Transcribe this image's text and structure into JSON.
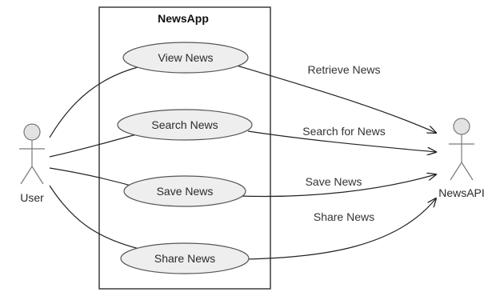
{
  "system": {
    "title": "NewsApp"
  },
  "actors": {
    "user": {
      "label": "User"
    },
    "api": {
      "label": "NewsAPI"
    }
  },
  "use_cases": [
    {
      "label": "View News"
    },
    {
      "label": "Search News"
    },
    {
      "label": "Save News"
    },
    {
      "label": "Share News"
    }
  ],
  "relations": [
    {
      "label": "Retrieve News"
    },
    {
      "label": "Search for News"
    },
    {
      "label": "Save News"
    },
    {
      "label": "Share News"
    }
  ],
  "colors": {
    "ellipse_fill": "#eeeeee",
    "actor_head": "#e3e3e3",
    "line": "#222222"
  }
}
